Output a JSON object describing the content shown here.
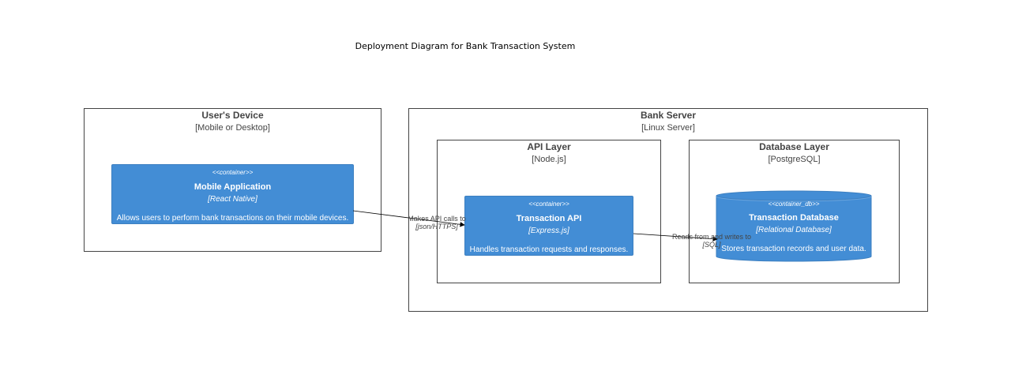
{
  "title": "Deployment Diagram for Bank Transaction System",
  "nodes": {
    "user_device": {
      "name": "User's Device",
      "tech": "[Mobile or Desktop]"
    },
    "bank_server": {
      "name": "Bank Server",
      "tech": "[Linux Server]"
    },
    "api_layer": {
      "name": "API Layer",
      "tech": "[Node.js]"
    },
    "db_layer": {
      "name": "Database Layer",
      "tech": "[PostgreSQL]"
    }
  },
  "containers": {
    "mobile_app": {
      "stereotype": "<<container>>",
      "name": "Mobile Application",
      "tech": "[React Native]",
      "description": "Allows users to perform bank transactions on their mobile devices."
    },
    "transaction_api": {
      "stereotype": "<<container>>",
      "name": "Transaction API",
      "tech": "[Express.js]",
      "description": "Handles transaction requests and responses."
    },
    "transaction_db": {
      "stereotype": "<<container_db>>",
      "name": "Transaction Database",
      "tech": "[Relational Database]",
      "description": "Stores transaction records and user data."
    }
  },
  "relations": [
    {
      "label": "Makes API calls to",
      "tech": "[json/HTTPS]"
    },
    {
      "label": "Reads from and writes to",
      "tech": "[SQL]"
    }
  ],
  "colors": {
    "container": "#438dd5",
    "border": "#444444"
  }
}
